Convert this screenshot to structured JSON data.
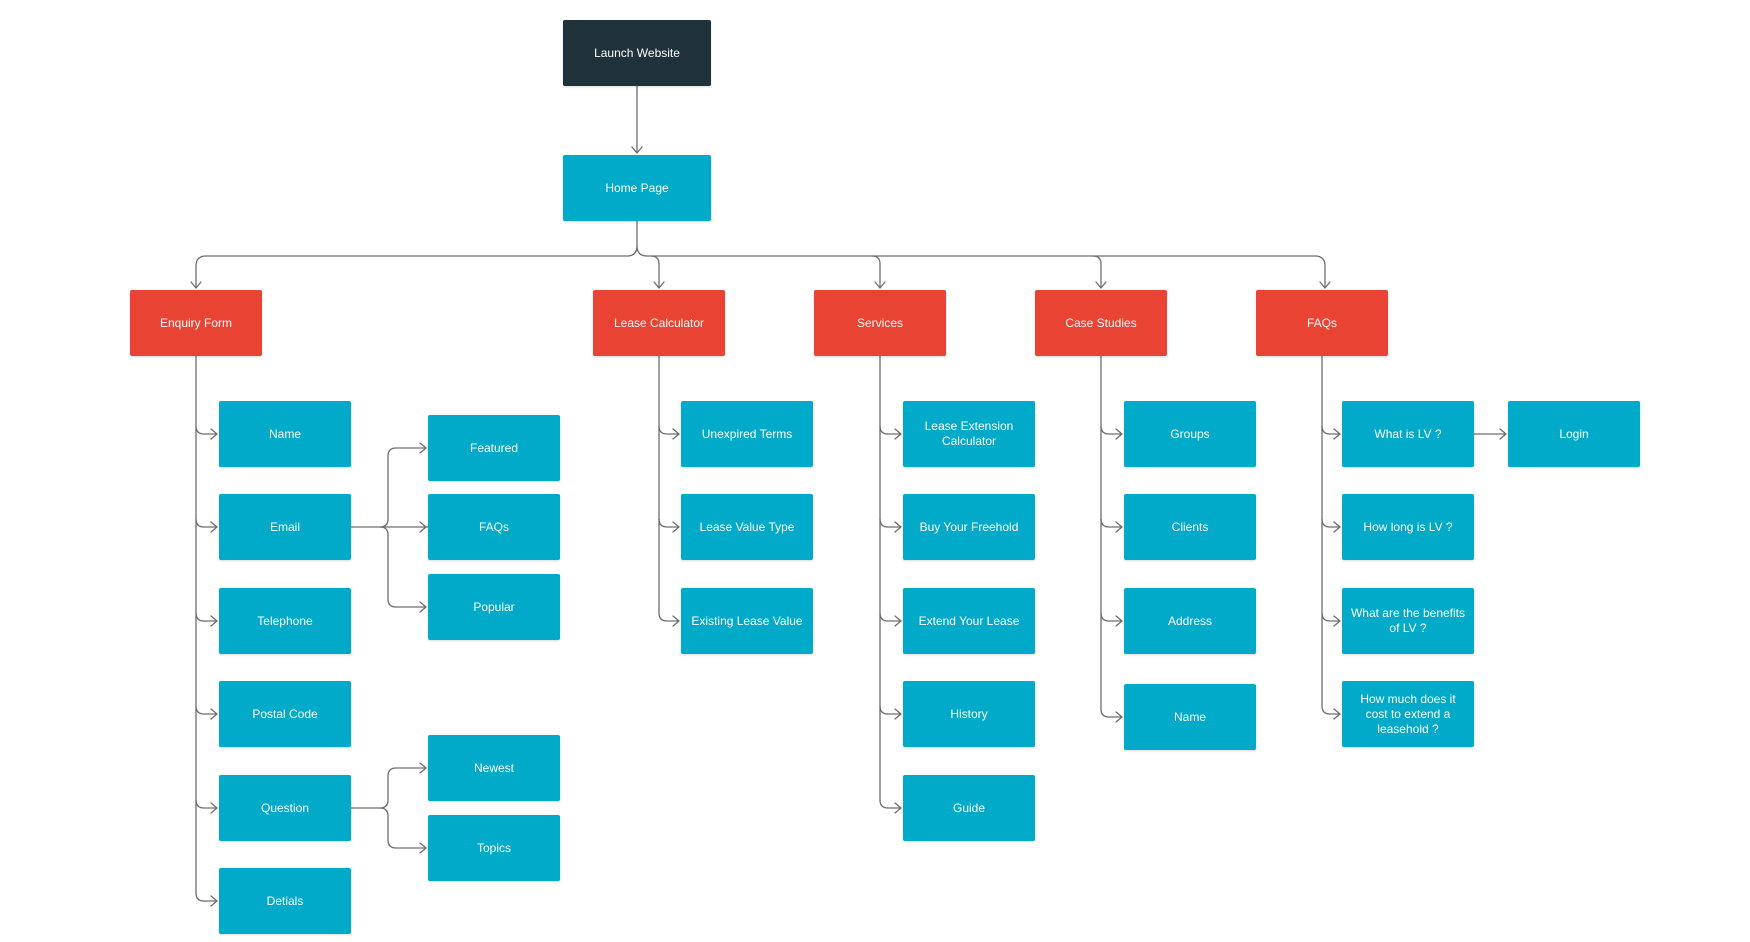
{
  "colors": {
    "root": "#1f3239",
    "page": "#00aac8",
    "section": "#e94333",
    "connector": "#6d6d6d"
  },
  "nodes": {
    "launch": "Launch Website",
    "home": "Home Page",
    "enquiry": "Enquiry Form",
    "lease_calc": "Lease Calculator",
    "services": "Services",
    "case_studies": "Case Studies",
    "faqs": "FAQs",
    "enq_name": "Name",
    "enq_email": "Email",
    "enq_telephone": "Telephone",
    "enq_postal": "Postal Code",
    "enq_question": "Question",
    "enq_details": "Detials",
    "email_featured": "Featured",
    "email_faqs": "FAQs",
    "email_popular": "Popular",
    "question_newest": "Newest",
    "question_topics": "Topics",
    "lc_unexpired": "Unexpired Terms",
    "lc_value_type": "Lease Value Type",
    "lc_existing": "Existing Lease Value",
    "svc_extension_calc": "Lease Extension\nCalculator",
    "svc_buy_freehold": "Buy Your Freehold",
    "svc_extend_lease": "Extend Your Lease",
    "svc_history": "History",
    "svc_guide": "Guide",
    "cs_groups": "Groups",
    "cs_clients": "Clients",
    "cs_address": "Address",
    "cs_name": "Name",
    "faq_what_is_lv": "What is LV ?",
    "faq_how_long": "How long is LV ?",
    "faq_benefits": "What are the benefits\nof LV ?",
    "faq_cost": "How much does it\ncost to extend a\nleasehold ?",
    "faq_login": "Login"
  }
}
